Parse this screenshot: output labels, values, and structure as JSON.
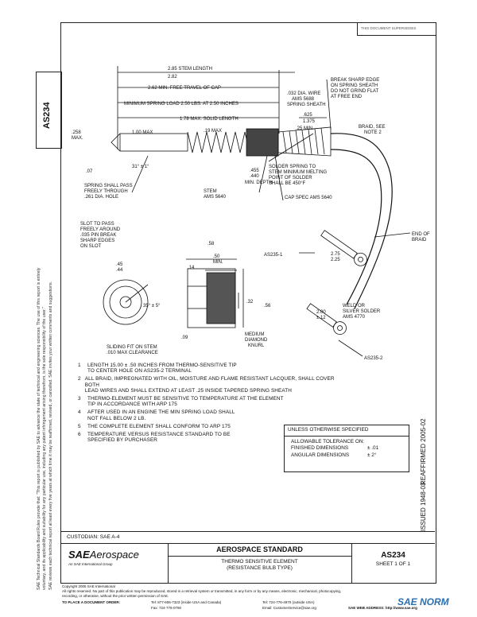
{
  "header": {
    "doc_id_top": "THIS DOCUMENT SUPERSEDES",
    "side_id": "AS234"
  },
  "left_margin": {
    "line1": "SAE Technical Standards Board Rules provide that: \"This report is published by SAE to advance the state of technical and engineering sciences. The use of this report is entirely",
    "line2": "voluntary, and its applicability and suitability for any particular use, including any patent infringement arising therefrom, is the sole responsibility of the user.\"",
    "line3": "SAE reviews each technical report at least every five years at which time it may be reaffirmed, revised, or cancelled. SAE invites your written comments and suggestions."
  },
  "drawing": {
    "dims": {
      "stem_length": "2.85 STEM LENGTH",
      "stem_length_2": "2.82",
      "free_travel": "2.62 MIN. FREE TRAVEL OF CAP",
      "spring_load": "MINIMUM SPRING LOAD 2.50 LBS. AT 2.50 INCHES",
      "solid_length": "1.78 MAX. SOLID LENGTH",
      "wire": ".032 DIA. WIRE",
      "wire_ams": "AMS 5688",
      "spring_sheath": "SPRING SHEATH",
      "break_edge_1": "BREAK SHARP EDGE",
      "break_edge_2": "ON SPRING SHEATH",
      "break_edge_3": "DO NOT GRIND FLAT",
      "break_edge_4": "AT FREE END",
      "d625": ".625",
      "d1375": "1.375",
      "d25min": ".25 MIN.",
      "braid": "BRAID, SEE",
      "note2": "NOTE 2",
      "d258": ".258",
      "max": "MAX.",
      "d100": "1.00 MAX",
      "d19": ".19 MAX",
      "d07": ".07",
      "angle": "31° ± 1°",
      "spring_pass_1": "SPRING SHALL PASS",
      "spring_pass_2": "FREELY THROUGH",
      "spring_pass_3": ".261 DIA. HOLE",
      "stem": "STEM",
      "stem_ams": "AMS 5640",
      "d455": ".455",
      "d440": ".440",
      "min_depth": "MIN. DEPTH",
      "solder_1": "SOLDER SPRING TO",
      "solder_2": "STEM MINIMUM MELTING",
      "solder_3": "POINT OF SOLDER",
      "solder_4": "SHALL BE 450°F",
      "cap_spec": "CAP SPEC AMS 5640",
      "slot_1": "SLOT TO PASS",
      "slot_2": "FREELY AROUND",
      "slot_3": ".035 PIN BREAK",
      "slot_4": "SHARP EDGES",
      "slot_5": "ON SLOT",
      "d45": ".45",
      "d44": ".44",
      "d58": ".58",
      "d50": ".50",
      "min": "MIN.",
      "d14": ".14",
      "d35": "35° ± 5°",
      "d32": ".32",
      "d56": ".56",
      "d09": ".09",
      "medium": "MEDIUM",
      "diamond": "DIAMOND",
      "knurl": "KNURL",
      "sliding_1": "SLIDING FIT ON STEM",
      "sliding_2": ".010 MAX CLEARANCE",
      "as235_1": "AS235-1",
      "d275": "2.75",
      "d225": "2.25",
      "end_braid_1": "END OF",
      "end_braid_2": "BRAID",
      "d200": "2.00",
      "d12": "±.12",
      "weld_1": "WELD OR",
      "weld_2": "SILVER SOLDER",
      "weld_3": "AMS 4770",
      "as235_2": "AS235-2"
    }
  },
  "notes": [
    {
      "num": "1",
      "text": "LENGTH 15.00 ± .50 INCHES FROM THERMO-SENSITIVE TIP",
      "text2": "TO CENTER HOLE ON AS235-2 TERMINAL"
    },
    {
      "num": "2",
      "text": "ALL BRAID, IMPREGNATED WITH OIL, MOISTURE AND FLAME RESISTANT LACQUER, SHALL COVER BOTH",
      "text2": "LEAD WIRES AND SHALL EXTEND AT LEAST .25 INSIDE TAPERED SPRING SHEATH"
    },
    {
      "num": "3",
      "text": "THERMO-ELEMENT MUST BE SENSITIVE TO TEMPERATURE AT THE ELEMENT",
      "text2": "TIP IN ACCORDANCE WITH ARP 175"
    },
    {
      "num": "4",
      "text": "AFTER USED IN AN ENGINE THE MIN SPRING LOAD SHALL",
      "text2": "NOT FALL BELOW 2 LB."
    },
    {
      "num": "5",
      "text": "THE COMPLETE ELEMENT SHALL CONFORM TO ARP 175",
      "text2": ""
    },
    {
      "num": "6",
      "text": "TEMPERATURE VERSUS RESISTANCE STANDARD TO BE",
      "text2": "SPECIFIED BY PURCHASER"
    }
  ],
  "tolerance": {
    "title": "UNLESS OTHERWISE SPECIFIED",
    "line1": "ALLOWABLE TOLERANCE ON:",
    "finished": "FINISHED DIMENSIONS",
    "finished_val": "± .01",
    "angular": "ANGULAR DIMENSIONS",
    "angular_val": "± 2°"
  },
  "right_margin": {
    "reaffirmed": "REAFFIRMED 2005-02",
    "issued": "ISSUED 1948-03"
  },
  "title_block": {
    "custodian": "CUSTODIAN: SAE A-4",
    "logo_sae": "SAE",
    "logo_aero": "Aerospace",
    "logo_tag": "An SAE International Group",
    "std_title": "AEROSPACE STANDARD",
    "desc1": "THERMO SENSITIVE ELEMENT",
    "desc2": "(RESISTANCE BULB TYPE)",
    "doc_num": "AS234",
    "sheet": "SHEET 1 OF 1"
  },
  "footer": {
    "copyright": "Copyright 2005 SAE International",
    "rights": "All rights reserved. No part of this publication may be reproduced, stored in a retrieval system or transmitted, in any form or by any means, electronic, mechanical, photocopying,",
    "rights2": "recording, or otherwise, without the prior written permission of SAE.",
    "order": "TO PLACE A DOCUMENT ORDER:",
    "tel1": "Tel:   877-606-7323 (inside USA and Canada)",
    "fax": "Fax:   724-776-0790",
    "tel2": "Tel:   724-776-4970 (outside USA)",
    "email": "Email: CustomerService@sae.org",
    "web": "SAE WEB ADDRESS: http://www.sae.org",
    "watermark": "SAE NORM"
  }
}
